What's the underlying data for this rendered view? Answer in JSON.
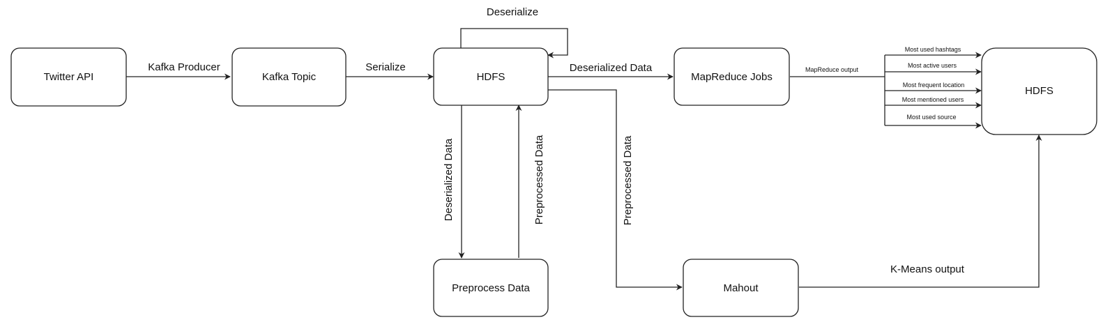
{
  "nodes": {
    "twitter_api": "Twitter API",
    "kafka_topic": "Kafka Topic",
    "hdfs_main": "HDFS",
    "mapreduce_jobs": "MapReduce Jobs",
    "hdfs_output": "HDFS",
    "preprocess_data": "Preprocess Data",
    "mahout": "Mahout"
  },
  "edges": {
    "kafka_producer": "Kafka Producer",
    "serialize": "Serialize",
    "deserialize": "Deserialize",
    "deserialized_data_right": "Deserialized Data",
    "deserialized_data_down": "Deserialized Data",
    "preprocessed_data_up": "Preprocessed Data",
    "preprocessed_data_mahout": "Preprocessed Data",
    "mapreduce_output": "MapReduce output",
    "kmeans_output": "K-Means output"
  },
  "mapreduce_outputs": [
    "Most used hashtags",
    "Most active users",
    "Most frequent location",
    "Most mentioned users",
    "Most used source"
  ]
}
